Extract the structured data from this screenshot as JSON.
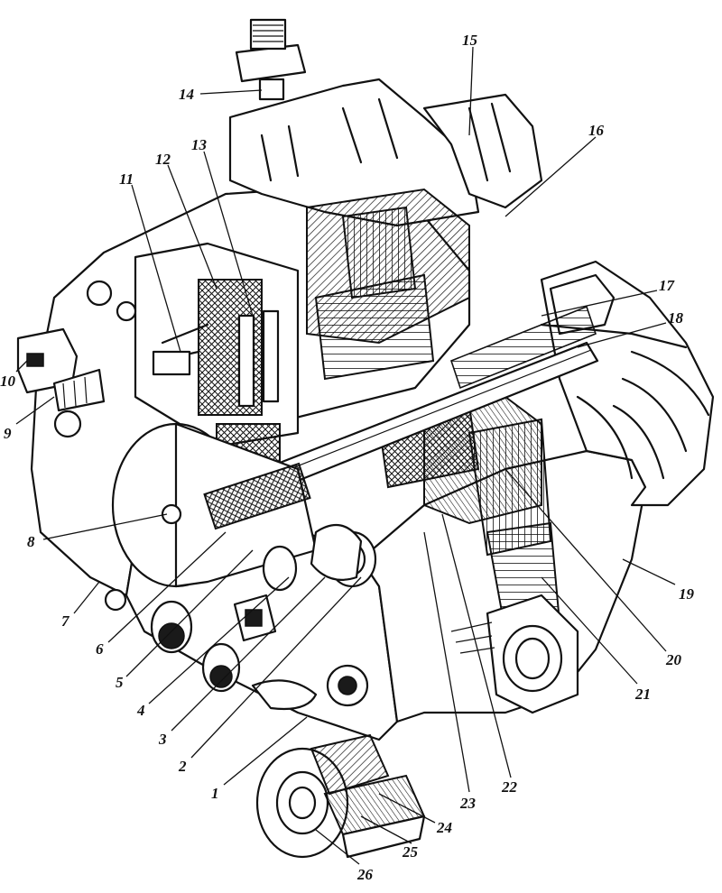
{
  "diagram": {
    "colors": {
      "ink": "#111111",
      "paper": "#ffffff"
    },
    "callouts": [
      {
        "id": "1",
        "text": "1"
      },
      {
        "id": "2",
        "text": "2"
      },
      {
        "id": "3",
        "text": "3"
      },
      {
        "id": "4",
        "text": "4"
      },
      {
        "id": "5",
        "text": "5"
      },
      {
        "id": "6",
        "text": "6"
      },
      {
        "id": "7",
        "text": "7"
      },
      {
        "id": "8",
        "text": "8"
      },
      {
        "id": "9",
        "text": "9"
      },
      {
        "id": "10",
        "text": "10"
      },
      {
        "id": "11",
        "text": "11"
      },
      {
        "id": "12",
        "text": "12"
      },
      {
        "id": "13",
        "text": "13"
      },
      {
        "id": "14",
        "text": "14"
      },
      {
        "id": "15",
        "text": "15"
      },
      {
        "id": "16",
        "text": "16"
      },
      {
        "id": "17",
        "text": "17"
      },
      {
        "id": "18",
        "text": "18"
      },
      {
        "id": "19",
        "text": "19"
      },
      {
        "id": "20",
        "text": "20"
      },
      {
        "id": "21",
        "text": "21"
      },
      {
        "id": "22",
        "text": "22"
      },
      {
        "id": "23",
        "text": "23"
      },
      {
        "id": "24",
        "text": "24"
      },
      {
        "id": "25",
        "text": "25"
      },
      {
        "id": "26",
        "text": "26"
      }
    ]
  }
}
